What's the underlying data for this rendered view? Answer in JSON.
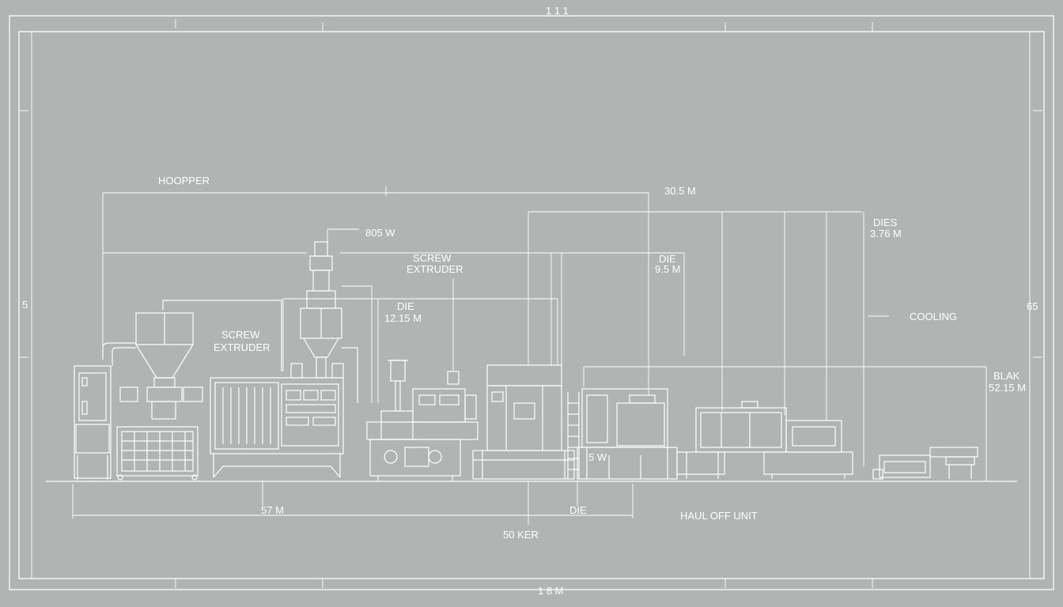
{
  "drawing": {
    "frame_top_label": "1 1 1",
    "frame_bottom_label": "1 8 M",
    "frame_left_label": "5",
    "frame_right_label": "65"
  },
  "labels": {
    "hopper": "HOOPPER",
    "dim_top": "30.5 M",
    "dim_hopper_top": "805 W",
    "screw_extruder_top_1": "SCREW",
    "screw_extruder_top_2": "EXTRUDER",
    "screw_extruder_left_1": "SCREW",
    "screw_extruder_left_2": "EXTRUDER",
    "die_a": "DIE",
    "die_a_dim": "12.15 M",
    "die_b": "DIE",
    "die_b_dim": "9.5 M",
    "die_c": "DIES",
    "die_c_dim": "3.76 M",
    "cooling": "COOLING",
    "blak": "BLAK",
    "blak_dim": "52.15 M",
    "small_dim": "5 W",
    "bottom_left_dim": "57 M",
    "bottom_die": "DIE",
    "haul_off": "HAUL OFF UNIT",
    "bottom_center_dim": "50 KER"
  },
  "colors": {
    "background": "#b2b3b3",
    "linework": "#ffffff"
  }
}
